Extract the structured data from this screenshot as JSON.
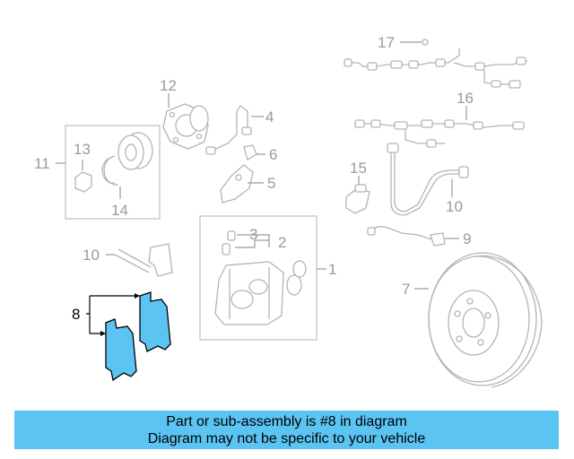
{
  "diagram": {
    "callouts": {
      "n17": "17",
      "n16": "16",
      "n12": "12",
      "n4": "4",
      "n6": "6",
      "n5": "5",
      "n11": "11",
      "n13": "13",
      "n14": "14",
      "n15": "15",
      "n10a": "10",
      "n10b": "10",
      "n9": "9",
      "n3": "3",
      "n2": "2",
      "n1": "1",
      "n7": "7",
      "n8": "8"
    },
    "highlight_color": "#5bc4f2",
    "line_color": "#b4b4b4"
  },
  "caption": {
    "line1": "Part or sub-assembly is #8 in diagram",
    "line2": "Diagram may not be specific to your vehicle",
    "background": "#5bc4f2"
  }
}
